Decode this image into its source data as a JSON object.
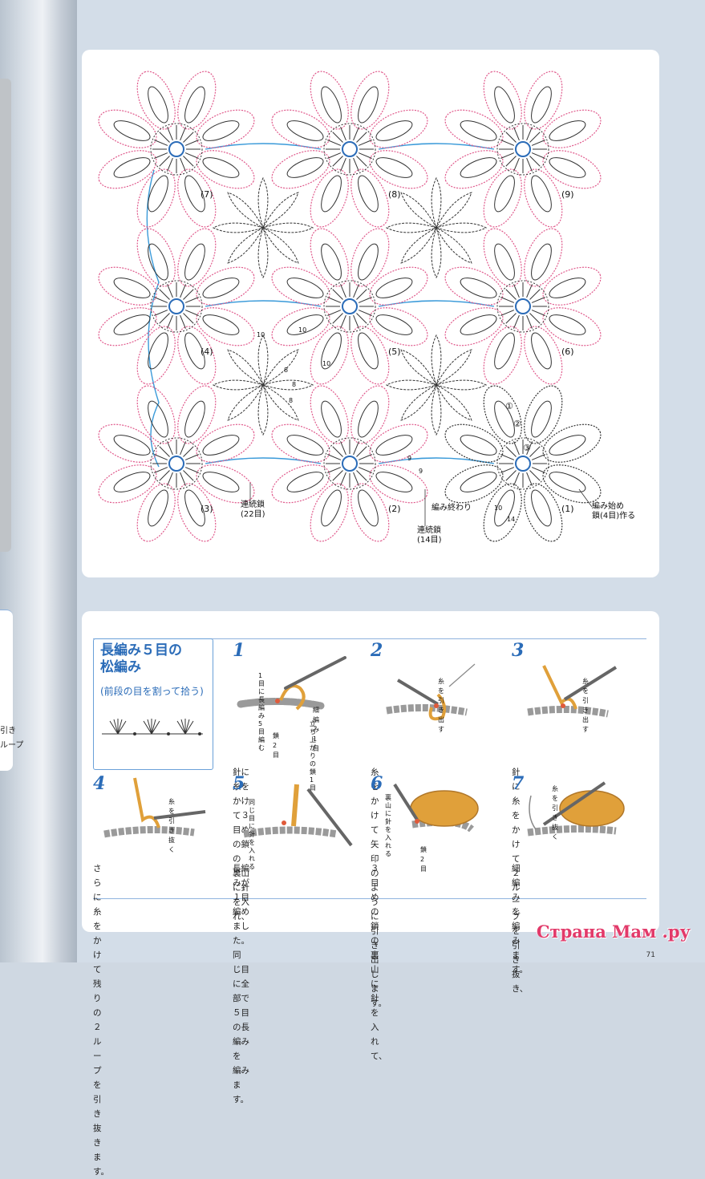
{
  "spine": {
    "text_a": "引き",
    "text_b": "ループ"
  },
  "diagram": {
    "motif_numbers": [
      "(1)",
      "(2)",
      "(3)",
      "(4)",
      "(5)",
      "(6)",
      "(7)",
      "(8)",
      "(9)"
    ],
    "round_numbers": [
      "①",
      "②",
      "③"
    ],
    "counts": [
      "10",
      "10",
      "10",
      "8",
      "8",
      "8",
      "9",
      "9",
      "14",
      "10"
    ],
    "label_join_22": "連続鎖\n(22目)",
    "label_join_14": "連続鎖\n(14目)",
    "label_end": "編み終わり",
    "label_start": "編み始め\n鎖(4目)作る"
  },
  "steps_panel": {
    "title": "長編み５目の\n松編み",
    "subtitle": "(前段の目を割って拾う)",
    "steps": [
      {
        "num": "1",
        "text": "針に糸をかけて３目めの鎖の\n裏山に針を入れ、",
        "tags": [
          "1目に\n長編み\n5目編む",
          "細編み1目",
          "立ち上がり\nの鎖1目",
          "鎖2目"
        ]
      },
      {
        "num": "2",
        "text": "糸をかけて矢印のように引き出\nします。",
        "tags": [
          "糸を引き出す"
        ]
      },
      {
        "num": "3",
        "text": "針に糸をかけて２ループを引き\n抜き、",
        "tags": [
          "糸を引き出す"
        ]
      },
      {
        "num": "4",
        "text": "さらに糸をかけて残りの２ルー\nプを引き抜きます。",
        "tags": [
          "糸を引き抜く"
        ]
      },
      {
        "num": "5",
        "text": "長編みが１目編めました。同\nじ目に全部で５目の長編みを\n編みます。",
        "tags": [
          "同じ目に針を\n入れる"
        ]
      },
      {
        "num": "6",
        "text": "３目めの鎖の裏山に針を入れ\nて、",
        "tags": [
          "裏山に\n針を\n入れる",
          "鎖2目"
        ]
      },
      {
        "num": "7",
        "text": "細編みを編みます。",
        "tags": [
          "糸を引き抜く"
        ]
      }
    ]
  },
  "watermark": "Страна Мам .ру",
  "page_number": "71",
  "colors": {
    "pink": "#e05a8c",
    "blue": "#3a9ad9",
    "dark": "#333333",
    "yarn": "#e0a03a",
    "accent": "#2b6cb8"
  }
}
